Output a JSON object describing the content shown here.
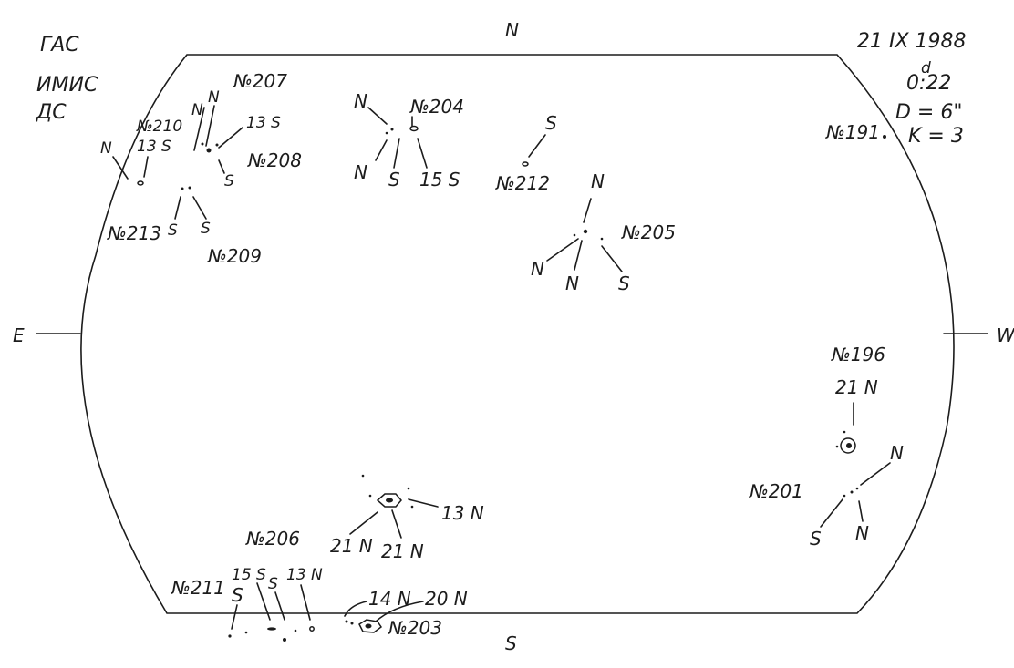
{
  "header": {
    "observatory_lines": [
      "ГАС",
      "ИМИС",
      "ДС"
    ],
    "date": "21 IX 1988",
    "time_label": "0:22",
    "time_sup": "d",
    "diameter": "D = 6\"",
    "quality": "K = 3"
  },
  "directions": {
    "north": "N",
    "south": "S",
    "east": "E",
    "west": "W"
  },
  "groups": [
    {
      "number": "№207",
      "polarities": [
        "N",
        "N"
      ]
    },
    {
      "number": "№210",
      "polarities": [
        "N",
        "13 S"
      ]
    },
    {
      "number": "№208",
      "polarities": [
        "13 S",
        "S"
      ]
    },
    {
      "number": "№213",
      "polarities": []
    },
    {
      "number": "№209",
      "polarities": [
        "S",
        "S"
      ]
    },
    {
      "number": "№204",
      "polarities": [
        "N",
        "N",
        "S",
        "15 S"
      ]
    },
    {
      "number": "№212",
      "polarities": [
        "S"
      ]
    },
    {
      "number": "№205",
      "polarities": [
        "N",
        "N",
        "N",
        "S"
      ]
    },
    {
      "number": "№191",
      "polarities": []
    },
    {
      "number": "№196",
      "polarities": [
        "21 N"
      ]
    },
    {
      "number": "№201",
      "polarities": [
        "N",
        "S",
        "N"
      ]
    },
    {
      "number": "—",
      "polarities": [
        "21 N",
        "21 N",
        "13 N"
      ]
    },
    {
      "number": "№206",
      "polarities": [
        "15 S",
        "S",
        "13 N"
      ]
    },
    {
      "number": "№211",
      "polarities": [
        "S"
      ]
    },
    {
      "number": "№203",
      "polarities": [
        "14 N",
        "20 N"
      ]
    }
  ]
}
